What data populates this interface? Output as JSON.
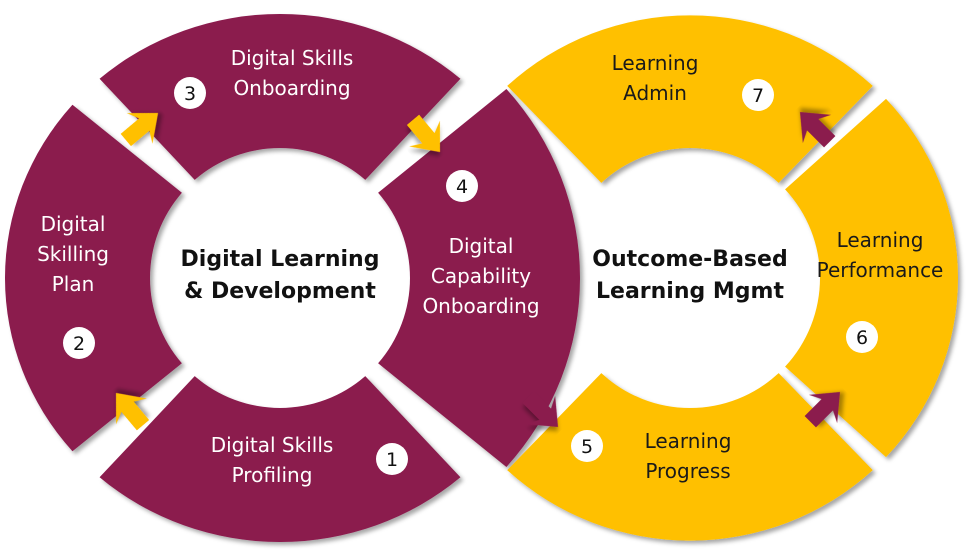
{
  "colors": {
    "maroon": "#8B1A4E",
    "gold": "#FFC000",
    "white": "#FFFFFF"
  },
  "left_ring": {
    "title_lines": [
      "Digital Learning",
      "& Development"
    ],
    "segments": [
      {
        "number": "1",
        "lines": [
          "Digital Skills",
          "Profiling"
        ]
      },
      {
        "number": "2",
        "lines": [
          "Digital",
          "Skilling",
          "Plan"
        ]
      },
      {
        "number": "3",
        "lines": [
          "Digital Skills",
          "Onboarding"
        ]
      },
      {
        "number": "4",
        "lines": [
          "Digital",
          "Capability",
          "Onboarding"
        ]
      }
    ]
  },
  "right_ring": {
    "title_lines": [
      "Outcome-Based",
      "Learning Mgmt"
    ],
    "segments": [
      {
        "number": "5",
        "lines": [
          "Learning",
          "Progress"
        ]
      },
      {
        "number": "6",
        "lines": [
          "Learning",
          "Performance"
        ]
      },
      {
        "number": "7",
        "lines": [
          "Learning",
          "Admin"
        ]
      }
    ]
  }
}
